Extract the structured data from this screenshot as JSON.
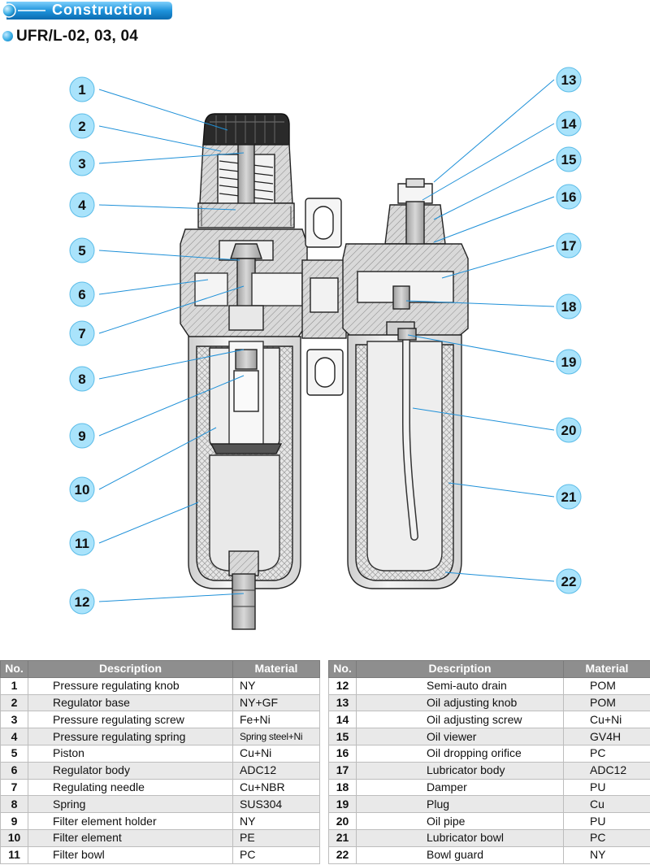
{
  "header": {
    "section_title": "Construction",
    "model_title": "UFR/L-02, 03, 04"
  },
  "colors": {
    "accent": "#1e90d8",
    "header_gray": "#8e8e8e",
    "callout_fill": "#a9e3fb"
  },
  "callouts": [
    "1",
    "2",
    "3",
    "4",
    "5",
    "6",
    "7",
    "8",
    "9",
    "10",
    "11",
    "12",
    "13",
    "14",
    "15",
    "16",
    "17",
    "18",
    "19",
    "20",
    "21",
    "22"
  ],
  "table": {
    "headers": {
      "no": "No.",
      "description": "Description",
      "material": "Material"
    },
    "left_rows": [
      {
        "no": "1",
        "description": "Pressure regulating knob",
        "material": "NY"
      },
      {
        "no": "2",
        "description": "Regulator base",
        "material": "NY+GF"
      },
      {
        "no": "3",
        "description": "Pressure regulating screw",
        "material": "Fe+Ni"
      },
      {
        "no": "4",
        "description": "Pressure regulating spring",
        "material": "Spring steel+Ni"
      },
      {
        "no": "5",
        "description": "Piston",
        "material": "Cu+Ni"
      },
      {
        "no": "6",
        "description": "Regulator body",
        "material": "ADC12"
      },
      {
        "no": "7",
        "description": "Regulating needle",
        "material": "Cu+NBR"
      },
      {
        "no": "8",
        "description": "Spring",
        "material": "SUS304"
      },
      {
        "no": "9",
        "description": "Filter element holder",
        "material": "NY"
      },
      {
        "no": "10",
        "description": "Filter element",
        "material": "PE"
      },
      {
        "no": "11",
        "description": "Filter bowl",
        "material": "PC"
      }
    ],
    "right_rows": [
      {
        "no": "12",
        "description": "Semi-auto drain",
        "material": "POM"
      },
      {
        "no": "13",
        "description": "Oil adjusting knob",
        "material": "POM"
      },
      {
        "no": "14",
        "description": "Oil adjusting screw",
        "material": "Cu+Ni"
      },
      {
        "no": "15",
        "description": "Oil viewer",
        "material": "GV4H"
      },
      {
        "no": "16",
        "description": "Oil dropping orifice",
        "material": "PC"
      },
      {
        "no": "17",
        "description": "Lubricator body",
        "material": "ADC12"
      },
      {
        "no": "18",
        "description": "Damper",
        "material": "PU"
      },
      {
        "no": "19",
        "description": "Plug",
        "material": "Cu"
      },
      {
        "no": "20",
        "description": "Oil pipe",
        "material": "PU"
      },
      {
        "no": "21",
        "description": "Lubricator bowl",
        "material": "PC"
      },
      {
        "no": "22",
        "description": "Bowl guard",
        "material": "NY"
      }
    ]
  }
}
